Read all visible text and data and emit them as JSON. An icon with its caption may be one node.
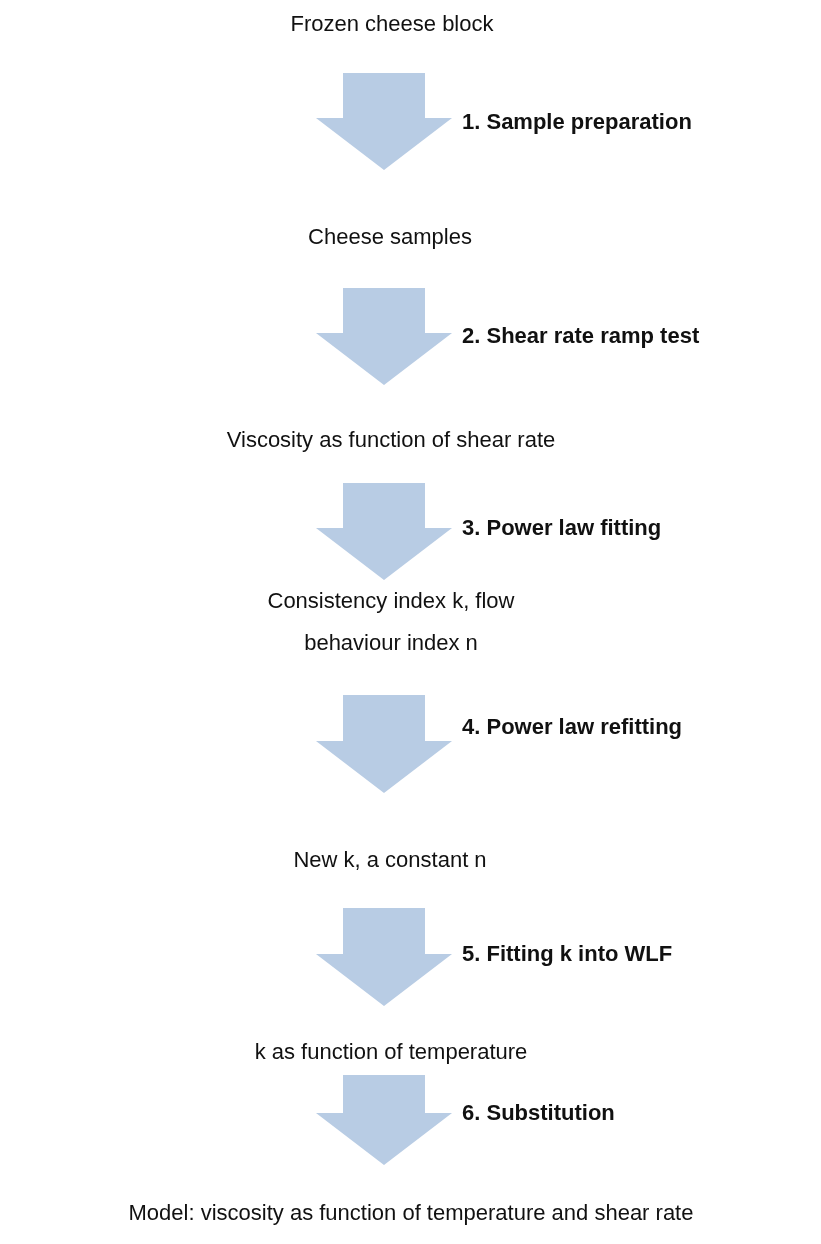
{
  "diagram": {
    "nodes": [
      {
        "text": [
          "Frozen cheese block"
        ]
      },
      {
        "text": [
          "Cheese samples"
        ]
      },
      {
        "text": [
          "Viscosity as function of shear rate"
        ]
      },
      {
        "text": [
          "Consistency index k, flow behaviour index n"
        ]
      },
      {
        "text": [
          "New k, a constant n"
        ]
      },
      {
        "text": [
          "k as function of temperature"
        ]
      },
      {
        "text": [
          "Model: viscosity as function of temperature and shear rate"
        ]
      }
    ],
    "edges": [
      {
        "from": 0,
        "to": 1,
        "arrow": "to",
        "label": "1. Sample preparation"
      },
      {
        "from": 1,
        "to": 2,
        "arrow": "to",
        "label": "2. Shear rate ramp test"
      },
      {
        "from": 2,
        "to": 3,
        "arrow": "to",
        "label": "3. Power law fitting"
      },
      {
        "from": 3,
        "to": 4,
        "arrow": "to",
        "label": "4. Power law refitting"
      },
      {
        "from": 4,
        "to": 5,
        "arrow": "to",
        "label": "5. Fitting k into WLF"
      },
      {
        "from": 5,
        "to": 6,
        "arrow": "to",
        "label": "6. Substitution"
      }
    ]
  }
}
